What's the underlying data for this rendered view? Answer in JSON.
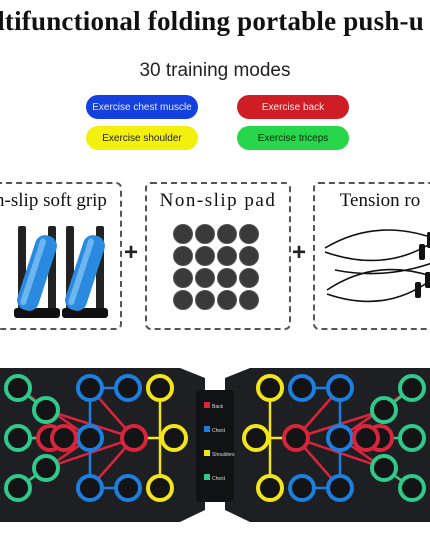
{
  "title": "ultifunctional folding portable push-u",
  "subtitle": "30 training modes",
  "modes": [
    {
      "label": "Exercise chest muscle",
      "color": "#1540e0"
    },
    {
      "label": "Exercise back",
      "color": "#cf1d25"
    },
    {
      "label": "Exercise shoulder",
      "color": "#f3f00e"
    },
    {
      "label": "Exercise triceps",
      "color": "#27d64a"
    }
  ],
  "accessories": [
    {
      "label": "n-slip soft grip"
    },
    {
      "label": "Non-slip pad"
    },
    {
      "label": "Tension ro"
    }
  ],
  "plus_sign": "+",
  "board": {
    "legend": [
      "Back",
      "Chest",
      "Shoulders",
      "Chest"
    ],
    "colors": {
      "board": "#1e1f23",
      "blue": "#1c7fe0",
      "red": "#d8253c",
      "yellow": "#f2e51a",
      "green": "#2fc98a"
    }
  }
}
